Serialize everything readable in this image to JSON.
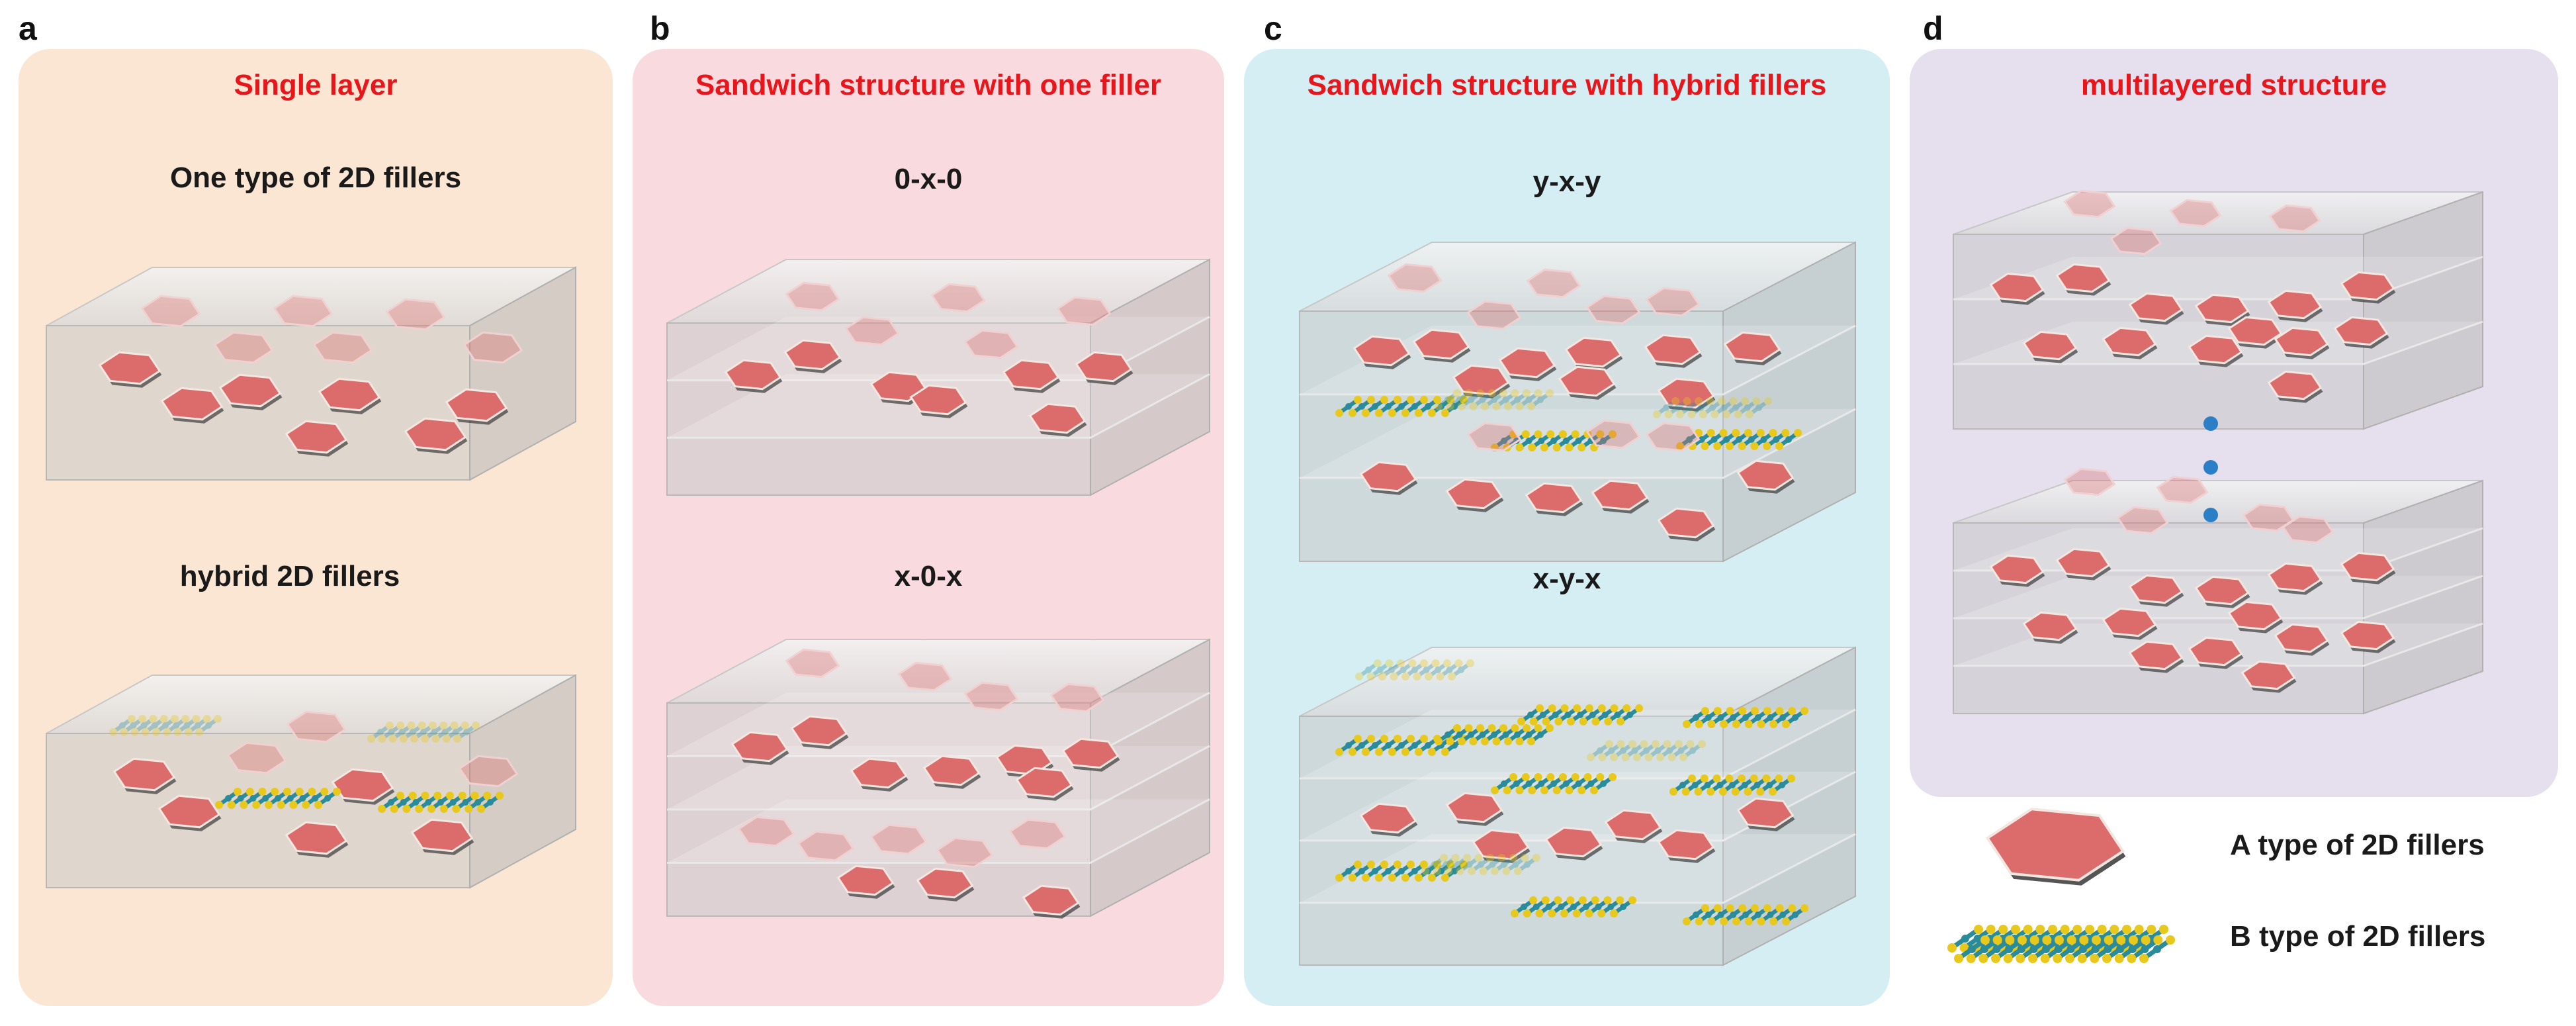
{
  "panels": [
    {
      "letter": "a",
      "title": "Single layer",
      "labels": [
        "One type of 2D fillers",
        "hybrid 2D fillers"
      ],
      "bg": "#fbe6d3"
    },
    {
      "letter": "b",
      "title": "Sandwich structure with one filler",
      "labels": [
        "0-x-0",
        "x-0-x"
      ],
      "bg": "#f9dbdf"
    },
    {
      "letter": "c",
      "title": "Sandwich structure with hybrid fillers",
      "labels": [
        "y-x-y",
        "x-y-x"
      ],
      "bg": "#d5eef4"
    },
    {
      "letter": "d",
      "title": "multilayered structure",
      "labels": [],
      "bg": "#e5dfee"
    }
  ],
  "legend": {
    "a_label": "A type of 2D fillers",
    "b_label": "B type of 2D fillers"
  },
  "colors": {
    "title_red": "#e8151b",
    "hexagon_fill": "#dc6b6b",
    "filler_b_yellow": "#e8c81a",
    "filler_b_teal": "#2a8c9a",
    "dots_blue": "#2b7fc7"
  }
}
